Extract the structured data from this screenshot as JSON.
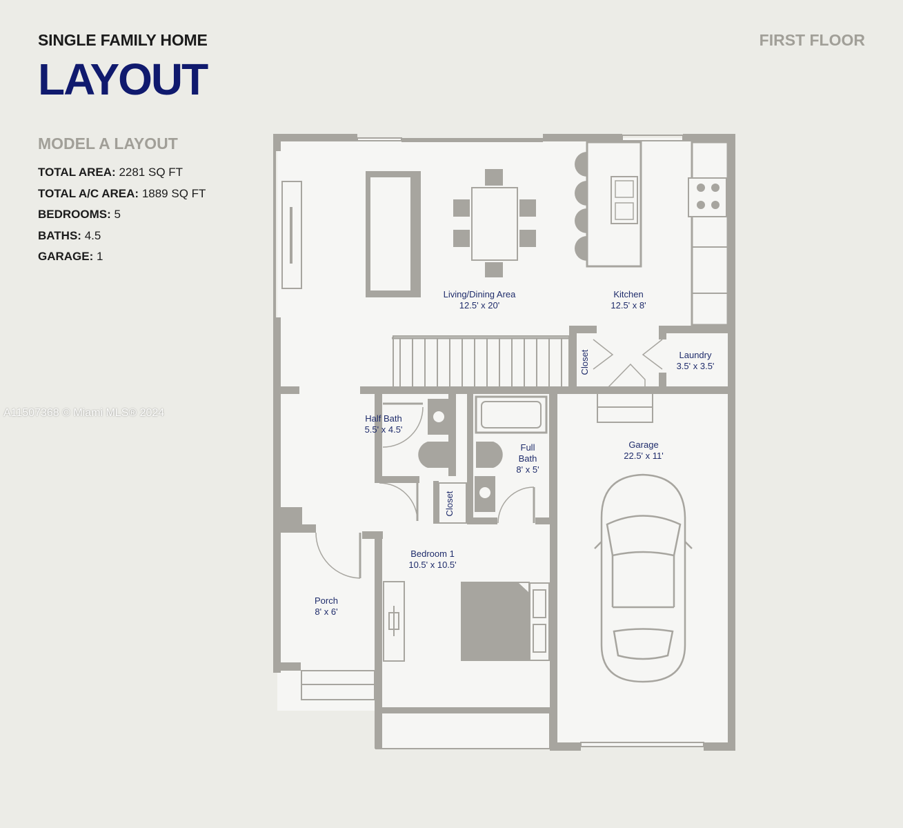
{
  "header": {
    "subtitle": "SINGLE FAMILY HOME",
    "title": "LAYOUT",
    "floor": "FIRST FLOOR"
  },
  "model": {
    "heading": "MODEL A LAYOUT",
    "stats": [
      {
        "label": "TOTAL AREA:",
        "value": "2281 SQ FT"
      },
      {
        "label": "TOTAL A/C AREA:",
        "value": "1889 SQ FT"
      },
      {
        "label": "BEDROOMS:",
        "value": "5"
      },
      {
        "label": "BATHS:",
        "value": "4.5"
      },
      {
        "label": "GARAGE:",
        "value": "1"
      }
    ]
  },
  "rooms": {
    "living": {
      "name": "Living/Dining Area",
      "size": "12.5' x 20'"
    },
    "kitchen": {
      "name": "Kitchen",
      "size": "12.5' x 8'"
    },
    "closet_hall": {
      "name": "Closet"
    },
    "laundry": {
      "name": "Laundry",
      "size": "3.5' x 3.5'"
    },
    "half_bath": {
      "name": "Half Bath",
      "size": "5.5' x 4.5'"
    },
    "full_bath": {
      "name": "Full",
      "name2": "Bath",
      "size": "8' x 5'"
    },
    "closet_bed": {
      "name": "Closet"
    },
    "garage": {
      "name": "Garage",
      "size": "22.5' x 11'"
    },
    "bedroom": {
      "name": "Bedroom 1",
      "size": "10.5' x 10.5'"
    },
    "porch": {
      "name": "Porch",
      "size": "8' x 6'"
    }
  },
  "watermark": "A11507368 © Miami MLS® 2024",
  "colors": {
    "background": "#ecece7",
    "title_navy": "#101a6e",
    "muted_gray": "#a19f98",
    "wall_gray": "#a7a59f",
    "floor_fill": "#f6f6f4",
    "label_navy": "#1f2c6b"
  }
}
